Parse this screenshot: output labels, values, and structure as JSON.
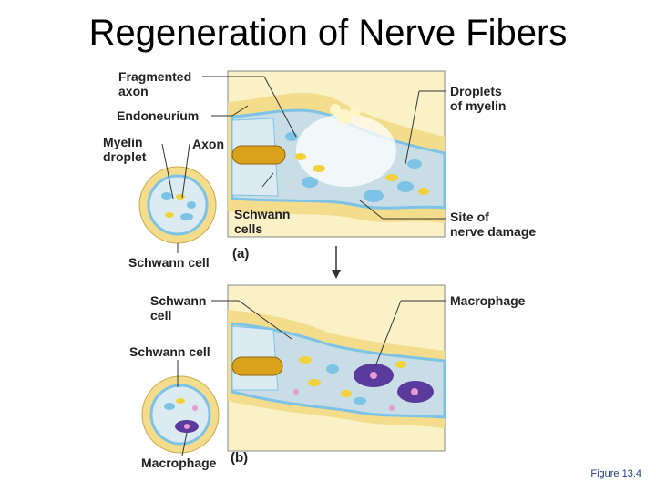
{
  "title": "Regeneration of Nerve Fibers",
  "caption": "Figure 13.4",
  "panel_a": {
    "letter": "(a)",
    "labels": {
      "fragmented_axon": "Fragmented\naxon",
      "endoneurium": "Endoneurium",
      "myelin_droplet": "Myelin\ndroplet",
      "axon": "Axon",
      "schwann_cells": "Schwann\ncells",
      "schwann_cell": "Schwann cell",
      "droplets_of_myelin": "Droplets\nof myelin",
      "site_of_nerve_damage": "Site of\nnerve damage"
    }
  },
  "panel_b": {
    "letter": "(b)",
    "labels": {
      "schwann_cell_top": "Schwann\ncell",
      "schwann_cell_bottom": "Schwann cell",
      "macrophage_right": "Macrophage",
      "macrophage_bottom": "Macrophage"
    }
  },
  "colors": {
    "sheath": "#f3dc8c",
    "tissue": "#fbf1c6",
    "cytoplasm": "#c9dde6",
    "myelin_blue": "#7cc3e6",
    "axon": "#d9a21a",
    "droplet": "#f1d23a",
    "macrophage": "#5a3a9c",
    "pink": "#e79bd0"
  }
}
